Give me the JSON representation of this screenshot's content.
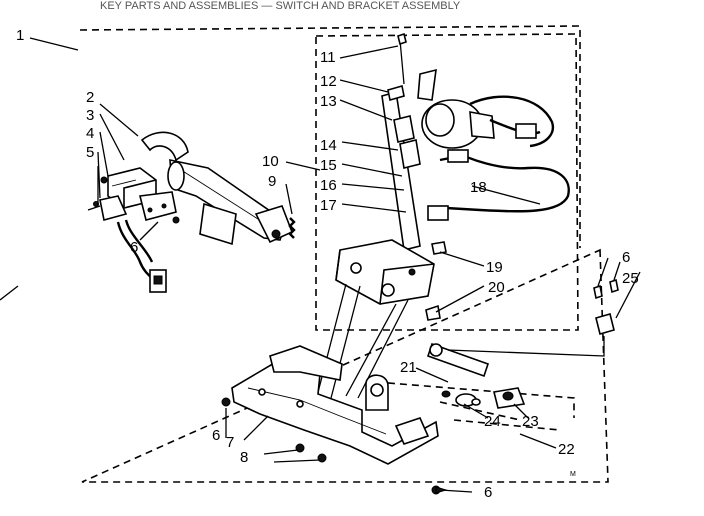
{
  "header_text": "KEY PARTS AND ASSEMBLIES — SWITCH AND BRACKET ASSEMBLY",
  "corner_mark": "M",
  "callouts": [
    {
      "num": "1"
    },
    {
      "num": "2"
    },
    {
      "num": "3"
    },
    {
      "num": "4"
    },
    {
      "num": "5"
    },
    {
      "num": "6"
    },
    {
      "num": "7"
    },
    {
      "num": "8"
    },
    {
      "num": "9"
    },
    {
      "num": "10"
    },
    {
      "num": "11"
    },
    {
      "num": "12"
    },
    {
      "num": "13"
    },
    {
      "num": "14"
    },
    {
      "num": "15"
    },
    {
      "num": "16"
    },
    {
      "num": "17"
    },
    {
      "num": "18"
    },
    {
      "num": "19"
    },
    {
      "num": "20"
    },
    {
      "num": "21"
    },
    {
      "num": "22"
    },
    {
      "num": "23"
    },
    {
      "num": "24"
    },
    {
      "num": "25"
    },
    {
      "num": "6"
    },
    {
      "num": "6"
    },
    {
      "num": "6"
    }
  ]
}
